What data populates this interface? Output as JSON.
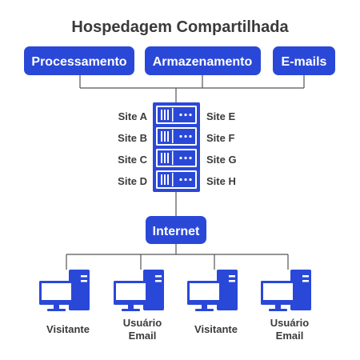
{
  "title": "Hospedagem Compartilhada",
  "colors": {
    "primary": "#2A48D8",
    "primary_dark": "#1F34A8",
    "line": "#555555",
    "text": "#3a3a3a",
    "white": "#ffffff"
  },
  "resources": [
    {
      "label": "Processamento"
    },
    {
      "label": "Armazenamento"
    },
    {
      "label": "E-mails"
    }
  ],
  "server": {
    "icon": "server-rack-icon",
    "sites_left": [
      "Site A",
      "Site B",
      "Site C",
      "Site D"
    ],
    "sites_right": [
      "Site E",
      "Site F",
      "Site G",
      "Site H"
    ]
  },
  "internet": {
    "label": "Internet"
  },
  "clients": [
    {
      "icon": "computer-icon",
      "label_lines": [
        "Visitante"
      ]
    },
    {
      "icon": "computer-icon",
      "label_lines": [
        "Usuário",
        "Email"
      ]
    },
    {
      "icon": "computer-icon",
      "label_lines": [
        "Visitante"
      ]
    },
    {
      "icon": "computer-icon",
      "label_lines": [
        "Usuário",
        "Email"
      ]
    }
  ]
}
